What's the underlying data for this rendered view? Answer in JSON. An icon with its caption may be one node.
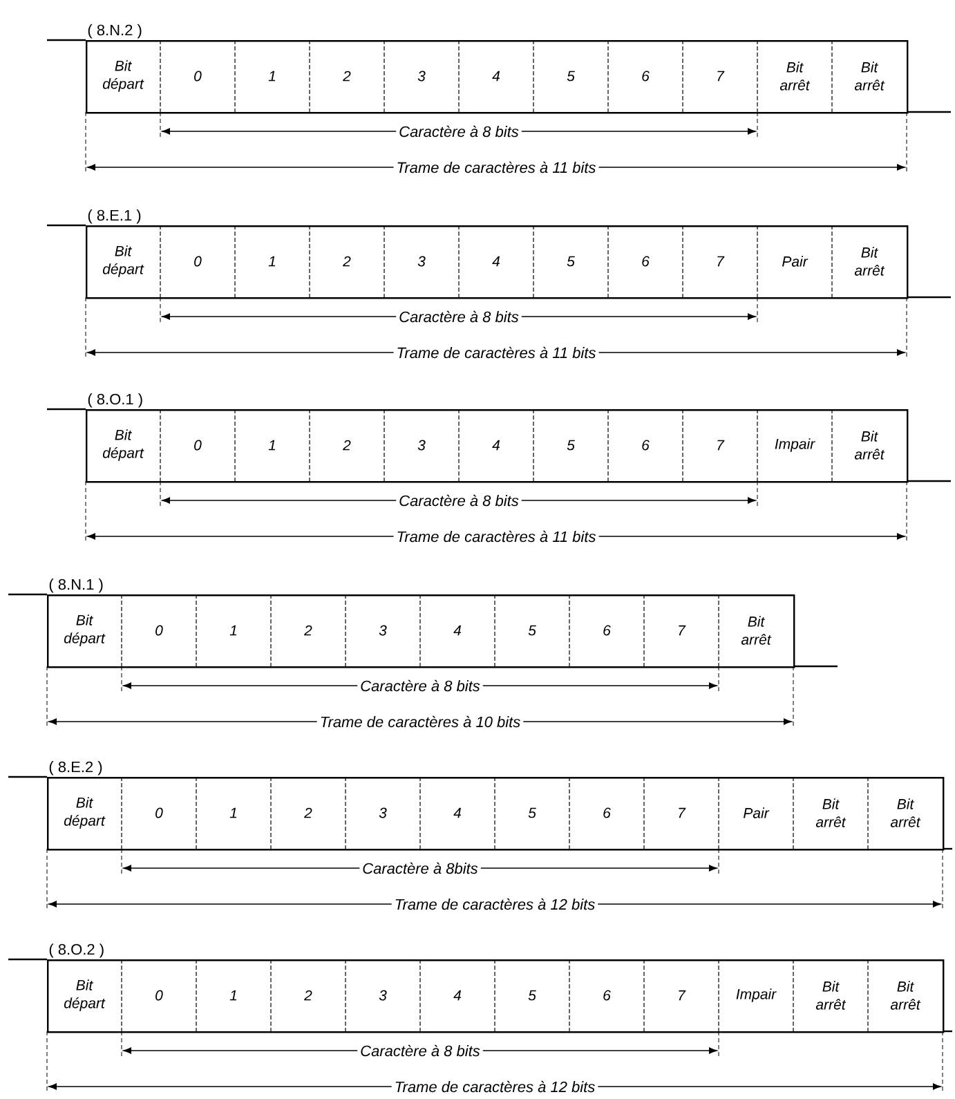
{
  "diagram": {
    "nodes": [
      {
        "text": [
          "( 8.N.2 )"
        ]
      },
      {
        "text": [
          "Bit départ"
        ],
        "in": 0
      },
      {
        "text": [
          "0"
        ],
        "in": 0
      },
      {
        "text": [
          "1"
        ],
        "in": 0
      },
      {
        "text": [
          "2"
        ],
        "in": 0
      },
      {
        "text": [
          "3"
        ],
        "in": 0
      },
      {
        "text": [
          "4"
        ],
        "in": 0
      },
      {
        "text": [
          "5"
        ],
        "in": 0
      },
      {
        "text": [
          "6"
        ],
        "in": 0
      },
      {
        "text": [
          "7"
        ],
        "in": 0
      },
      {
        "text": [
          "Bit arrêt"
        ],
        "in": 0
      },
      {
        "text": [
          "Bit arrêt"
        ],
        "in": 0
      },
      {
        "text": [
          "( 8.E.1 )"
        ]
      },
      {
        "text": [
          "Bit départ"
        ],
        "in": 12
      },
      {
        "text": [
          "0"
        ],
        "in": 12
      },
      {
        "text": [
          "1"
        ],
        "in": 12
      },
      {
        "text": [
          "2"
        ],
        "in": 12
      },
      {
        "text": [
          "3"
        ],
        "in": 12
      },
      {
        "text": [
          "4"
        ],
        "in": 12
      },
      {
        "text": [
          "5"
        ],
        "in": 12
      },
      {
        "text": [
          "6"
        ],
        "in": 12
      },
      {
        "text": [
          "7"
        ],
        "in": 12
      },
      {
        "text": [
          "Pair"
        ],
        "in": 12
      },
      {
        "text": [
          "Bit arrêt"
        ],
        "in": 12
      },
      {
        "text": [
          "( 8.O.1 )"
        ]
      },
      {
        "text": [
          "Bit départ"
        ],
        "in": 24
      },
      {
        "text": [
          "0"
        ],
        "in": 24
      },
      {
        "text": [
          "1"
        ],
        "in": 24
      },
      {
        "text": [
          "2"
        ],
        "in": 24
      },
      {
        "text": [
          "3"
        ],
        "in": 24
      },
      {
        "text": [
          "4"
        ],
        "in": 24
      },
      {
        "text": [
          "5"
        ],
        "in": 24
      },
      {
        "text": [
          "6"
        ],
        "in": 24
      },
      {
        "text": [
          "7"
        ],
        "in": 24
      },
      {
        "text": [
          "Impair"
        ],
        "in": 24
      },
      {
        "text": [
          "Bit arrêt"
        ],
        "in": 24
      },
      {
        "text": [
          "( 8.N.1 )"
        ]
      },
      {
        "text": [
          "Bit départ"
        ],
        "in": 36
      },
      {
        "text": [
          "0"
        ],
        "in": 36
      },
      {
        "text": [
          "1"
        ],
        "in": 36
      },
      {
        "text": [
          "2"
        ],
        "in": 36
      },
      {
        "text": [
          "3"
        ],
        "in": 36
      },
      {
        "text": [
          "4"
        ],
        "in": 36
      },
      {
        "text": [
          "5"
        ],
        "in": 36
      },
      {
        "text": [
          "6"
        ],
        "in": 36
      },
      {
        "text": [
          "7"
        ],
        "in": 36
      },
      {
        "text": [
          "Bit arrêt"
        ],
        "in": 36
      },
      {
        "text": [
          "( 8.E.2 )"
        ]
      },
      {
        "text": [
          "Bit départ"
        ],
        "in": 47
      },
      {
        "text": [
          "0"
        ],
        "in": 47
      },
      {
        "text": [
          "1"
        ],
        "in": 47
      },
      {
        "text": [
          "2"
        ],
        "in": 47
      },
      {
        "text": [
          "3"
        ],
        "in": 47
      },
      {
        "text": [
          "4"
        ],
        "in": 47
      },
      {
        "text": [
          "5"
        ],
        "in": 47
      },
      {
        "text": [
          "6"
        ],
        "in": 47
      },
      {
        "text": [
          "7"
        ],
        "in": 47
      },
      {
        "text": [
          "Pair"
        ],
        "in": 47
      },
      {
        "text": [
          "Bit arrêt"
        ],
        "in": 47
      },
      {
        "text": [
          "Bit arrêt"
        ],
        "in": 47
      },
      {
        "text": [
          "( 8.O.2 )"
        ]
      },
      {
        "text": [
          "Bit départ"
        ],
        "in": 60
      },
      {
        "text": [
          "0"
        ],
        "in": 60
      },
      {
        "text": [
          "1"
        ],
        "in": 60
      },
      {
        "text": [
          "2"
        ],
        "in": 60
      },
      {
        "text": [
          "3"
        ],
        "in": 60
      },
      {
        "text": [
          "4"
        ],
        "in": 60
      },
      {
        "text": [
          "5"
        ],
        "in": 60
      },
      {
        "text": [
          "6"
        ],
        "in": 60
      },
      {
        "text": [
          "7"
        ],
        "in": 60
      },
      {
        "text": [
          "Impair"
        ],
        "in": 60
      },
      {
        "text": [
          "Bit arrêt"
        ],
        "in": 60
      },
      {
        "text": [
          "Bit arrêt"
        ],
        "in": 60
      }
    ],
    "labels": [
      "Caractère à 8 bits",
      "Trame de caractères à 11 bits",
      "Caractère à 8 bits",
      "Trame de caractères à 11 bits",
      "Caractère à 8 bits",
      "Trame de caractères à 11 bits",
      "Caractère à 8 bits",
      "Trame de caractères à 10 bits",
      "Caractère à 8bits",
      "Trame de caractères à 12 bits",
      "Caractère à 8 bits",
      "Trame de caractères à 12 bits"
    ]
  }
}
